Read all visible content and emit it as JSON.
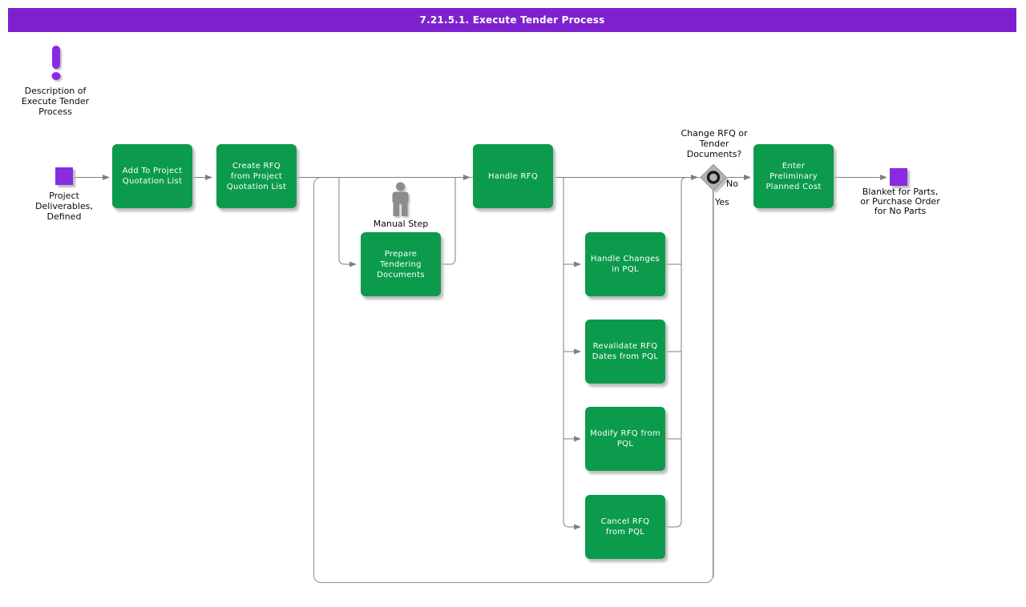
{
  "title_bar": {
    "text": "7.21.5.1. Execute Tender Process"
  },
  "description_link": {
    "label": "Description of\nExecute Tender\nProcess"
  },
  "events": {
    "start": {
      "label": "Project\nDeliverables,\nDefined"
    },
    "end": {
      "label": "Blanket for Parts,\nor Purchase Order\nfor No Parts"
    }
  },
  "tasks": {
    "add_to_pql": {
      "label": "Add To Project\nQuotation List"
    },
    "create_rfq": {
      "label": "Create RFQ\nfrom Project\nQuotation List"
    },
    "prepare_tendering": {
      "label": "Prepare\nTendering\nDocuments"
    },
    "handle_rfq": {
      "label": "Handle RFQ"
    },
    "handle_changes": {
      "label": "Handle Changes\nin PQL"
    },
    "revalidate_rfq": {
      "label": "Revalidate RFQ\nDates from PQL"
    },
    "modify_rfq": {
      "label": "Modify RFQ from\nPQL"
    },
    "cancel_rfq": {
      "label": "Cancel RFQ\nfrom PQL"
    },
    "enter_cost": {
      "label": "Enter\nPreliminary\nPlanned Cost"
    }
  },
  "decision": {
    "label": "Change RFQ or\nTender\nDocuments?",
    "no_label": "No",
    "yes_label": "Yes"
  },
  "manual_step": {
    "label": "Manual Step"
  },
  "icons": {
    "description": "exclamation-icon",
    "manual_step": "person-icon"
  },
  "colors": {
    "title_bar": "#7d21ce",
    "event_node": "#8a2be2",
    "task_fill": "#0c9b4d",
    "connector": "#7f7f7f",
    "decision_fill": "#b3b3b3",
    "decision_ring": "#1a1a1a"
  }
}
